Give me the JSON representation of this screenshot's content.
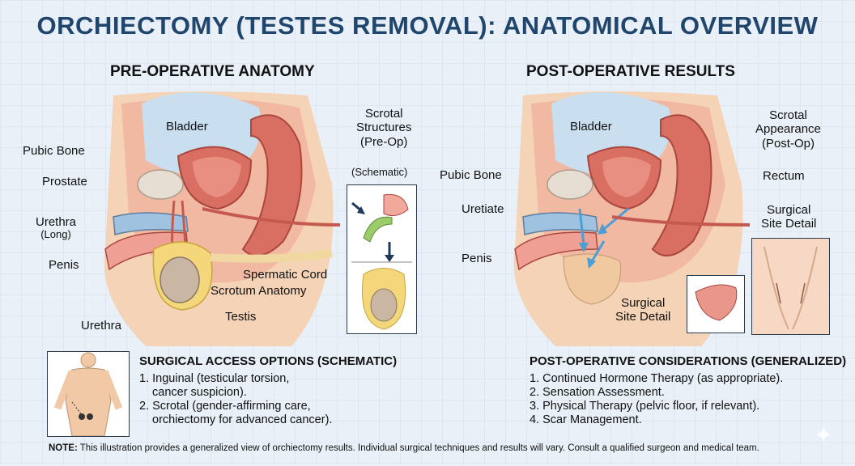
{
  "title": "ORCHIECTOMY (TESTES REMOVAL): ANATOMICAL OVERVIEW",
  "pre": {
    "heading": "PRE-OPERATIVE ANATOMY",
    "labels": {
      "bladder": "Bladder",
      "pubic_bone": "Pubic Bone",
      "prostate": "Prostate",
      "urethra_long_1": "Urethra",
      "urethra_long_2": "(Long)",
      "penis": "Penis",
      "urethra": "Urethra",
      "scrotal_1": "Scrotal",
      "scrotal_2": "Structures",
      "scrotal_3": "(Pre-Op)",
      "schematic": "(Schematic)",
      "spermatic_cord": "Spermatic Cord",
      "scrotum_anatomy": "Scrotum Anatomy",
      "testis": "Testis"
    }
  },
  "post": {
    "heading": "POST-OPERATIVE RESULTS",
    "labels": {
      "bladder": "Bladder",
      "pubic_bone": "Pubic Bone",
      "uretiate": "Uretiate",
      "penis": "Penis",
      "scrotal_1": "Scrotal",
      "scrotal_2": "Appearance",
      "scrotal_3": "(Post-Op)",
      "rectum": "Rectum",
      "surgical_site_1": "Surgical",
      "surgical_site_2": "Site Detail",
      "surgical_site_right_1": "Surgical",
      "surgical_site_right_2": "Site Detail"
    }
  },
  "access": {
    "heading": "SURGICAL ACCESS OPTIONS (SCHEMATIC)",
    "items": [
      "1. Inguinal (testicular torsion,",
      "    cancer suspicion).",
      "2. Scrotal (gender-affirming care,",
      "    orchiectomy for advanced cancer)."
    ]
  },
  "considerations": {
    "heading": "POST-OPERATIVE CONSIDERATIONS (GENERALIZED)",
    "items": [
      "1. Continued Hormone Therapy (as appropriate).",
      "2. Sensation Assessment.",
      "3. Physical Therapy (pelvic floor, if relevant).",
      "4. Scar Management."
    ]
  },
  "note": {
    "label": "NOTE:",
    "text": " This illustration provides a generalized view of orchiectomy results. Individual surgical techniques and results will vary. Consult a qualified surgeon and medical team."
  },
  "colors": {
    "title": "#20466e",
    "skin": "#f2c9a6",
    "tissue": "#e9968b",
    "bladder": "#d96f63",
    "bone": "#e7ded3",
    "urethra": "#9fc2e0",
    "accent_arrow": "#4b9fd6"
  }
}
